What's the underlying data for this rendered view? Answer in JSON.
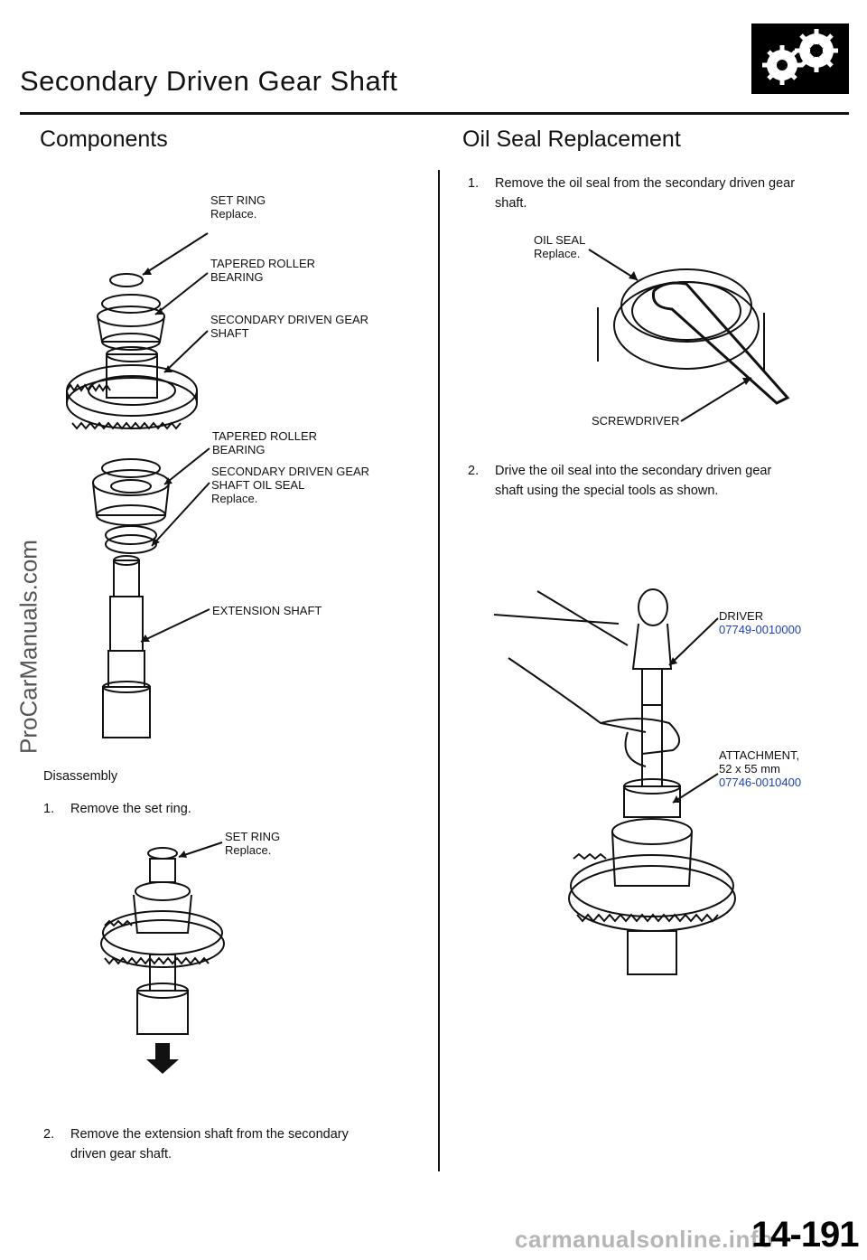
{
  "header": {
    "title": "Secondary Driven Gear Shaft",
    "icon": "gears-icon"
  },
  "components": {
    "heading": "Components",
    "labels": [
      {
        "name": "SET  RING",
        "note": "Replace."
      },
      {
        "name": "TAPERED ROLLER",
        "name2": "BEARING"
      },
      {
        "name": "SECONDARY DRIVEN GEAR",
        "name2": "SHAFT"
      },
      {
        "name": "TAPERED ROLLER",
        "name2": "BEARING"
      },
      {
        "name": "SECONDARY DRIVEN GEAR",
        "name2": "SHAFT OIL SEAL",
        "note": "Replace."
      },
      {
        "name": "EXTENSION  SHAFT"
      }
    ]
  },
  "disassembly": {
    "heading": "Disassembly",
    "step1_num": "1.",
    "step1_text": "Remove the set ring.",
    "setring_label": "SET  RING",
    "setring_note": "Replace.",
    "step2_num": "2.",
    "step2_line1": "Remove  the  extension  shaft  from  the  secondary",
    "step2_line2": "driven gear shaft."
  },
  "oil_seal": {
    "heading": "Oil Seal Replacement",
    "step1_num": "1.",
    "step1_line1": "Remove  the  oil  seal  from  the  secondary  driven  gear",
    "step1_line2": "shaft.",
    "oilseal_label": "OIL  SEAL",
    "oilseal_note": "Replace.",
    "screwdriver_label": "SCREWDRIVER",
    "step2_num": "2.",
    "step2_line1": "Drive  the  oil  seal  into  the  secondary  driven  gear",
    "step2_line2": "shaft using the special tools as shown.",
    "driver_label": "DRIVER",
    "driver_part": "07749-0010000",
    "attachment_label": "ATTACHMENT,",
    "attachment_size": "52 x  55  mm",
    "attachment_part": "07746-0010400"
  },
  "watermark": "ProCarManuals.com",
  "footer": {
    "site": "carmanualsonline.info",
    "page_number": "14-191"
  },
  "colors": {
    "part_number": "#1a3fc4",
    "text": "#111111"
  }
}
